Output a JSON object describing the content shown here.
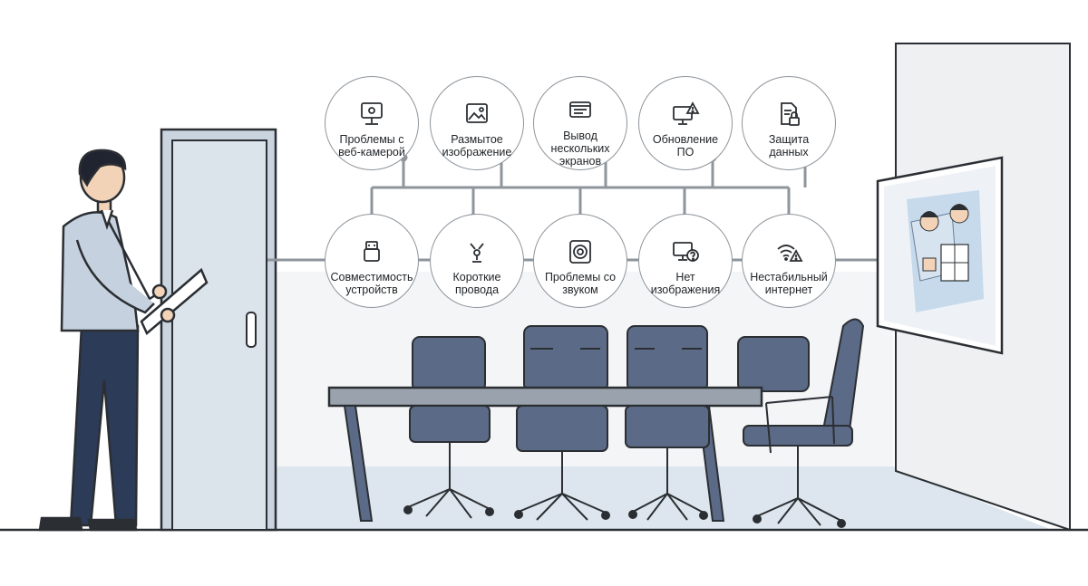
{
  "colors": {
    "line": "#8e959c",
    "ink": "#2b2f33",
    "accent": "#586a85",
    "wall": "#eef0f2",
    "door": "#c9d4df",
    "pants": "#2c3b57",
    "sweater": "#c5d1de",
    "chair": "#5b6a86"
  },
  "issues_top": [
    {
      "icon": "webcam-icon",
      "label": "Проблемы с\nвеб-камерой"
    },
    {
      "icon": "image-icon",
      "label": "Размытое\nизображение"
    },
    {
      "icon": "multi-screen-icon",
      "label": "Вывод\nнескольких\nэкранов"
    },
    {
      "icon": "monitor-warning-icon",
      "label": "Обновление\nПО"
    },
    {
      "icon": "file-lock-icon",
      "label": "Защита\nданных"
    }
  ],
  "issues_bottom": [
    {
      "icon": "usb-icon",
      "label": "Совместимость\nустройств"
    },
    {
      "icon": "cable-icon",
      "label": "Короткие\nпровода"
    },
    {
      "icon": "speaker-icon",
      "label": "Проблемы со\nзвуком"
    },
    {
      "icon": "monitor-question-icon",
      "label": "Нет\nизображения"
    },
    {
      "icon": "wifi-warning-icon",
      "label": "Нестабильный\nинтернет"
    }
  ]
}
